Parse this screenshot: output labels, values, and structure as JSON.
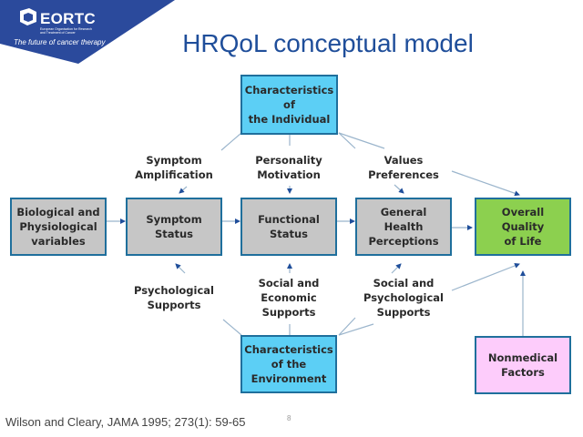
{
  "header": {
    "logo": "EORTC",
    "logo_subtitle": "European Organisation for Research and Treatment of Cancer",
    "tagline": "The future of cancer therapy",
    "banner_color": "#2b4a9c"
  },
  "title": "HRQoL conceptual model",
  "boxes": {
    "individual": "Characteristics\nof\nthe Individual",
    "biological": "Biological and\nPhysiological\nvariables",
    "symptom": "Symptom\nStatus",
    "functional": "Functional\nStatus",
    "health": "General\nHealth\nPerceptions",
    "overall": "Overall\nQuality\nof Life",
    "environment": "Characteristics\nof the\nEnvironment",
    "nonmedical": "Nonmedical\nFactors"
  },
  "labels": {
    "symptom_amplification": "Symptom\nAmplification",
    "personality": "Personality\nMotivation",
    "values": "Values\nPreferences",
    "psych_supports": "Psychological\nSupports",
    "social_economic": "Social and\nEconomic\nSupports",
    "social_psych": "Social and\nPsychological\nSupports"
  },
  "colors": {
    "gray_box": "#c6c6c6",
    "cyan_box": "#5ccff5",
    "green_box": "#8cd04f",
    "pink_box": "#fdccfb",
    "border": "#1f6f9c",
    "title": "#1f4e9a"
  },
  "footer": {
    "citation": "Wilson and Cleary,  JAMA 1995; 273(1): 59-65",
    "page": "8"
  }
}
